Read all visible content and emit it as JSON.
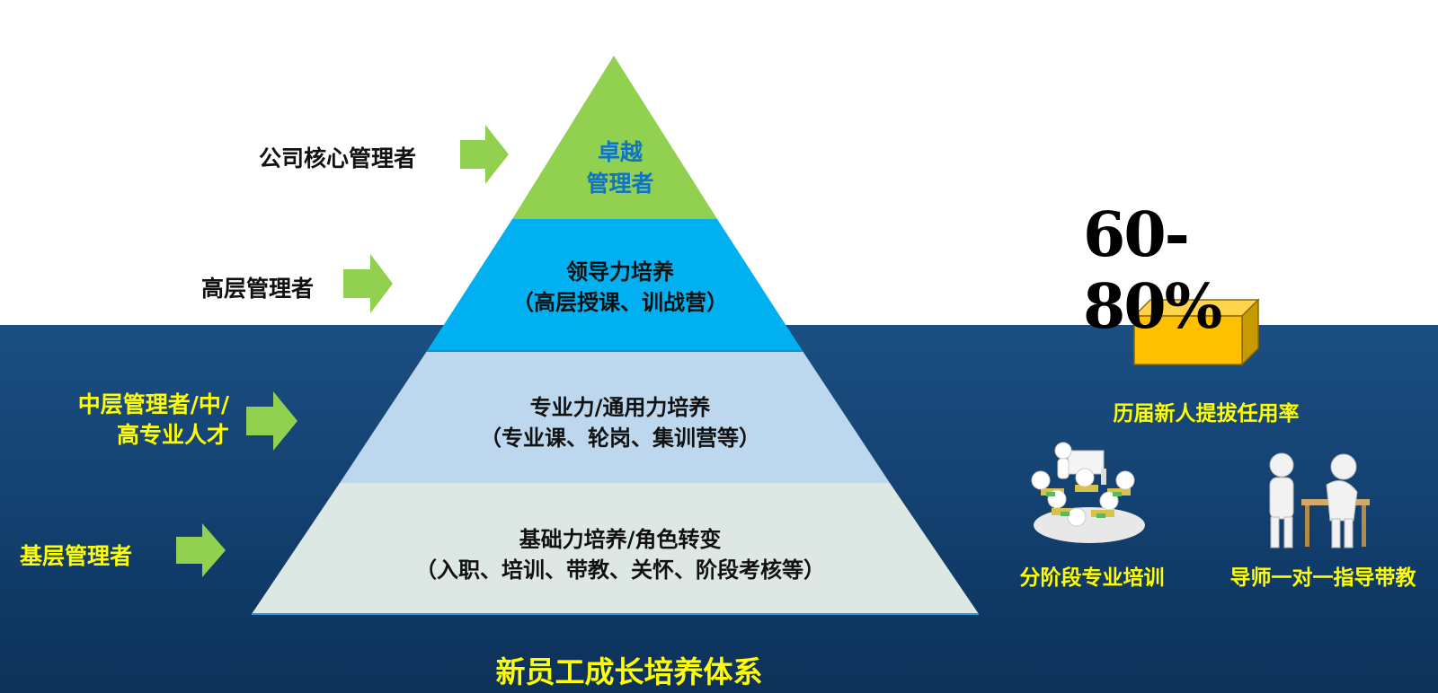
{
  "pyramid": {
    "levels": [
      {
        "text": "卓越\n管理者"
      },
      {
        "text": "领导力培养\n（高层授课、训战营）"
      },
      {
        "text": "专业力/通用力培养\n（专业课、轮岗、集训营等）"
      },
      {
        "text": "基础力培养/角色转变\n（入职、培训、带教、关怀、阶段考核等）"
      }
    ],
    "colors": {
      "top": "#92d050",
      "second": "#00b0f0",
      "third": "#bdd7ee",
      "bottom": "#dde8e4",
      "top_text": "#0f74c4"
    }
  },
  "side_labels": [
    {
      "text": "公司核心管理者"
    },
    {
      "text": "高层管理者"
    },
    {
      "text": "中层管理者/中/\n高专业人才"
    },
    {
      "text": "基层管理者"
    }
  ],
  "arrow_color": "#92d050",
  "stat": {
    "value": "60-80%",
    "caption": "历届新人提拔任用率",
    "box_color": "#ffc000"
  },
  "illustrations": [
    {
      "icon": "classroom-training-icon",
      "caption": "分阶段专业培训"
    },
    {
      "icon": "mentor-coaching-icon",
      "caption": "导师一对一指导带教"
    }
  ],
  "title": "新员工成长培养体系",
  "colors": {
    "background_top": "#ffffff",
    "background_bottom": "#123f6e",
    "highlight_text": "#ffff00"
  }
}
